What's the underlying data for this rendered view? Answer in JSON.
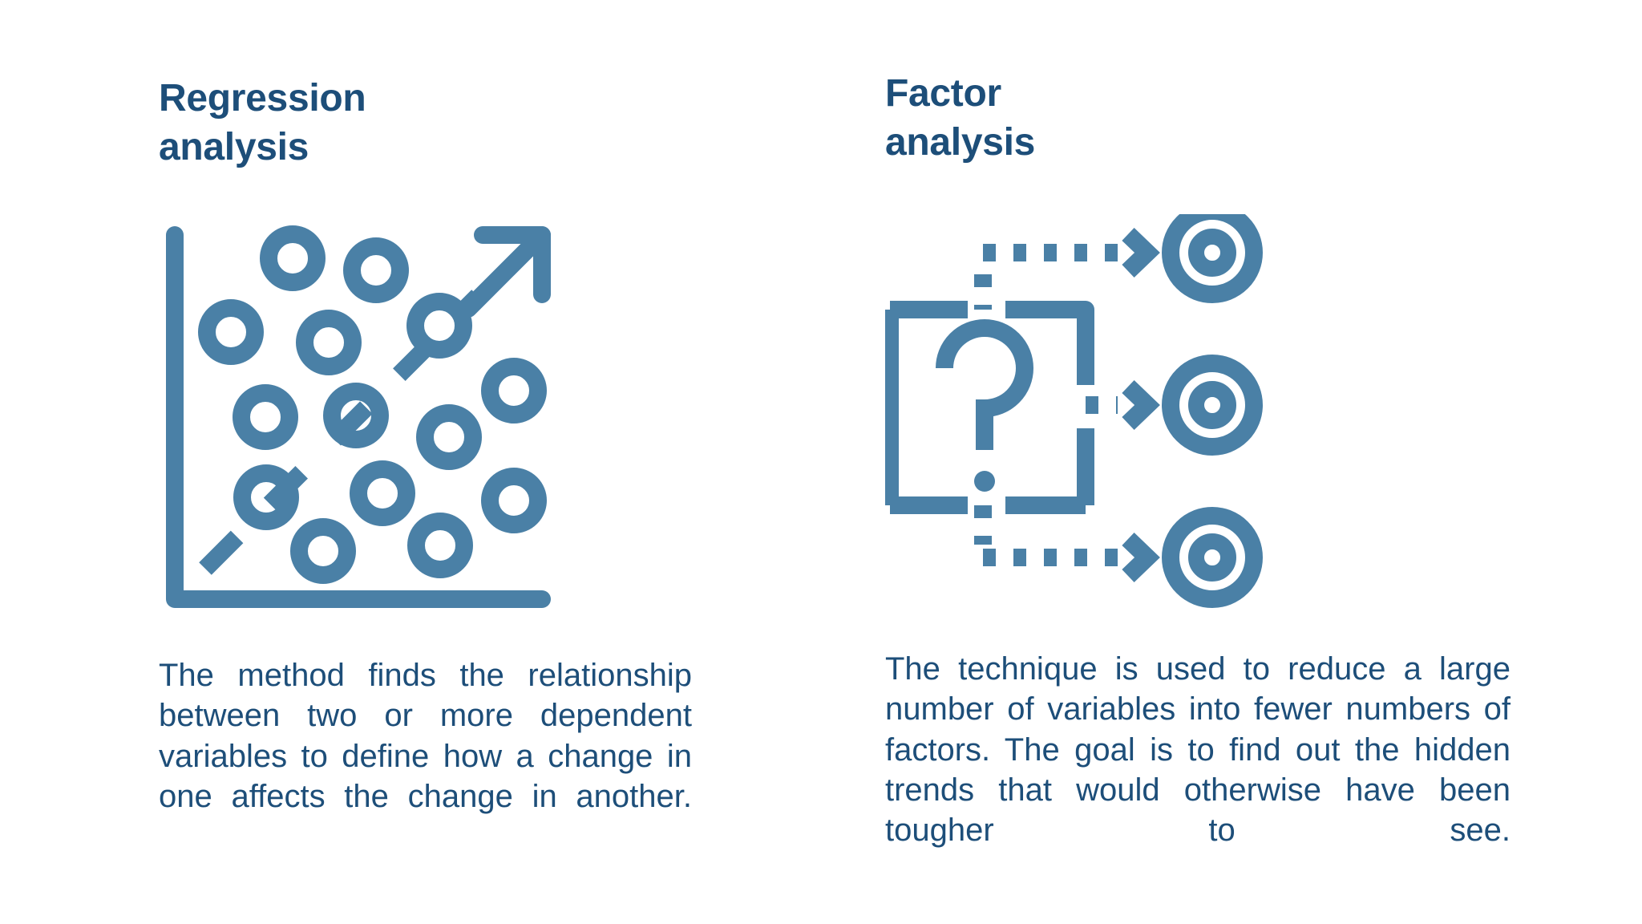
{
  "page": {
    "background_color": "#ffffff",
    "title_color": "#1d4e79",
    "body_color": "#1d4e79",
    "icon_color": "#4a80a6"
  },
  "cards": [
    {
      "id": "regression-analysis",
      "title": "Regression\nanalysis",
      "icon_name": "scatter-plot-trend-icon",
      "body": "The method finds the relationship between two or more dependent variables to define how a change in one affects the change in another."
    },
    {
      "id": "factor-analysis",
      "title": "Factor\nanalysis",
      "icon_name": "question-box-to-targets-icon",
      "body": "The technique is used to reduce a large number of variables into fewer numbers of factors. The goal is to find out the hidden trends that would otherwise have been tougher to see."
    }
  ]
}
